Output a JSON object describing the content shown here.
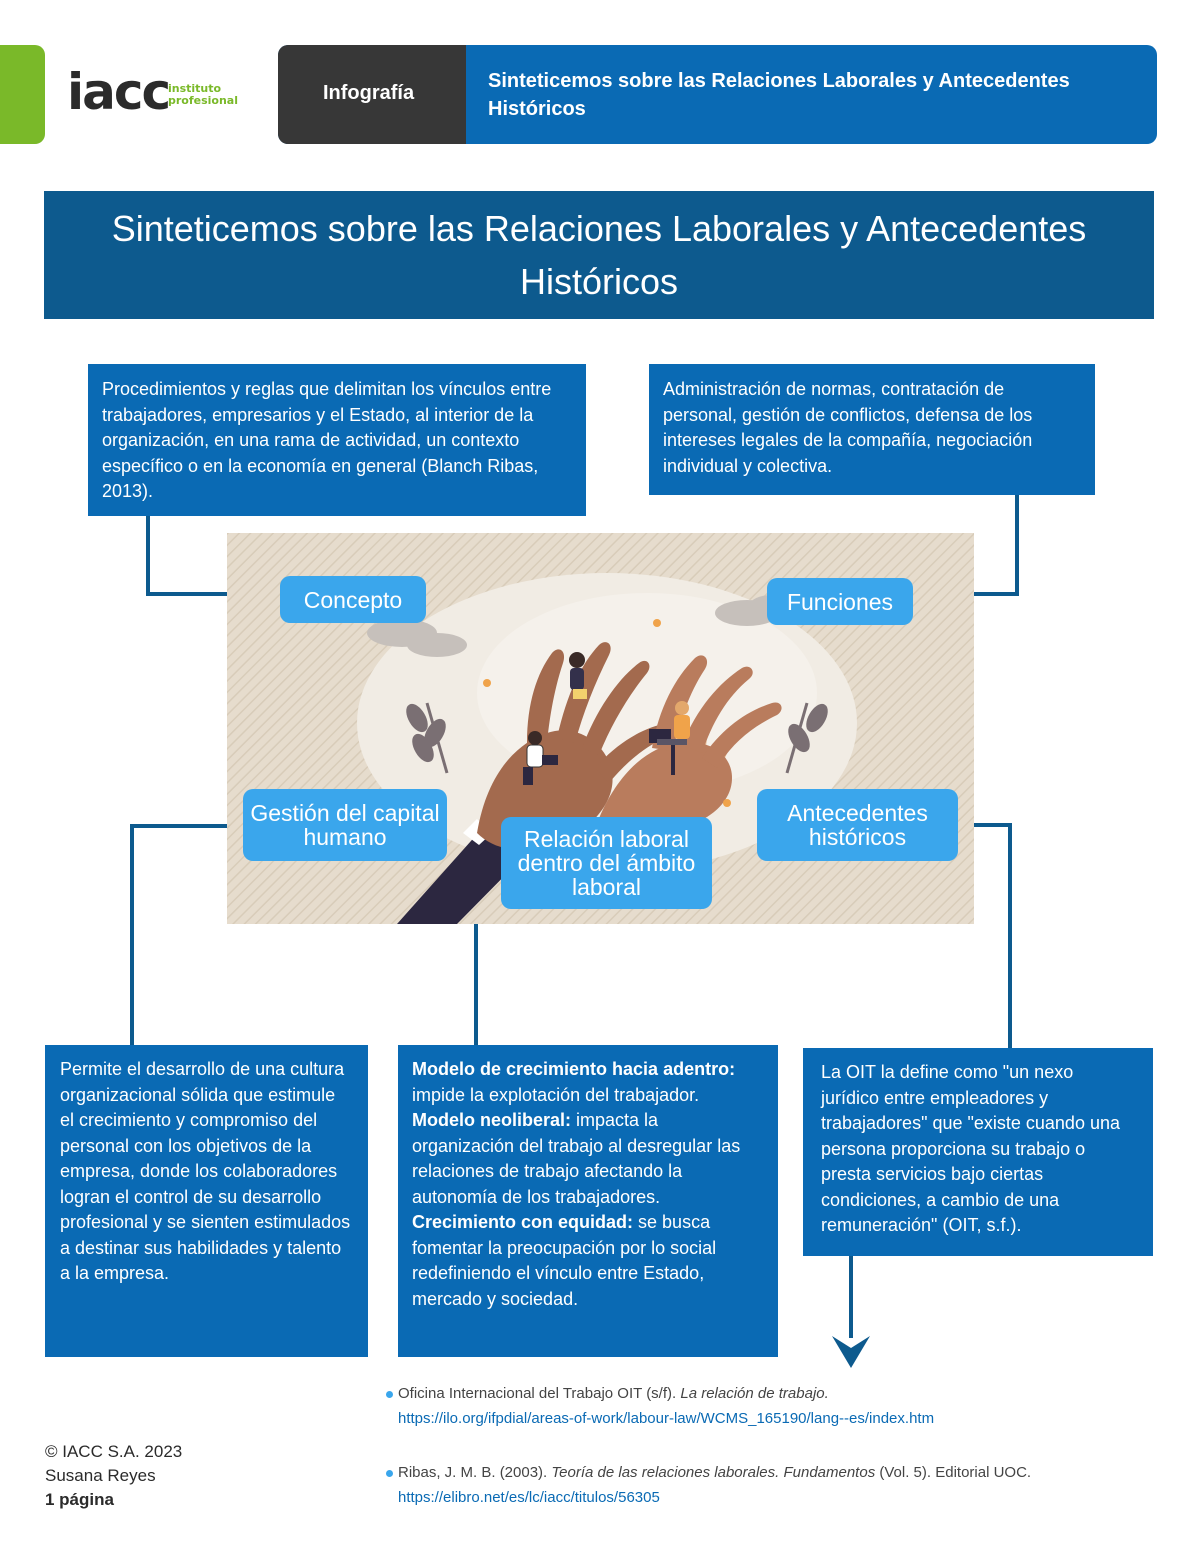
{
  "header": {
    "logo_text": "iacc",
    "logo_sub_line1": "instituto",
    "logo_sub_line2": "profesional",
    "category": "Infografía",
    "title": "Sinteticemos sobre las Relaciones Laborales y Antecedentes Históricos",
    "colors": {
      "green": "#7ab929",
      "dark": "#373737",
      "blue": "#0a6ab4"
    }
  },
  "main_title": "Sinteticemos sobre las Relaciones Laborales y Antecedentes Históricos",
  "labels": {
    "concepto": "Concepto",
    "funciones": "Funciones",
    "gestion": "Gestión del capital humano",
    "relacion": "Relación laboral dentro del ámbito laboral",
    "antecedentes": "Antecedentes históricos"
  },
  "boxes": {
    "concepto": "Procedimientos y reglas que delimitan los vínculos entre trabajadores, empresarios y el Estado, al interior de la organización, en una rama de actividad, un contexto específico o en la economía en general (Blanch Ribas, 2013).",
    "funciones": "Administración de normas, contratación de personal, gestión de conflictos, defensa de los intereses legales de la compañía, negociación individual y colectiva.",
    "gestion": "Permite el desarrollo de una cultura organizacional sólida que estimule el crecimiento y compromiso del personal con los objetivos de la empresa, donde los colaboradores logran el control de su desarrollo profesional y se sienten estimulados a destinar sus habilidades y talento a la empresa.",
    "relacion": {
      "m1_title": "Modelo de crecimiento hacia adentro:",
      "m1_text": " impide la explotación del trabajador.",
      "m2_title": "Modelo neoliberal:",
      "m2_text": " impacta la organización del trabajo al desregular las relaciones de trabajo afectando la autonomía de los trabajadores.",
      "m3_title": "Crecimiento con equidad:",
      "m3_text": " se busca fomentar la preocupación por lo social redefiniendo el vínculo entre Estado, mercado y sociedad."
    },
    "oit": "La OIT la define como \"un nexo jurídico entre empleadores y trabajadores\" que \"existe cuando una persona proporciona su trabajo o presta servicios bajo ciertas condiciones, a cambio de una remuneración\" (OIT, s.f.)."
  },
  "footer": {
    "copyright": "© IACC S.A. 2023",
    "author": "Susana Reyes",
    "pages": "1 página"
  },
  "references": [
    {
      "text": "Oficina Internacional del Trabajo OIT (s/f). ",
      "italic": "La relación de trabajo.",
      "rest": "",
      "url": "https://ilo.org/ifpdial/areas-of-work/labour-law/WCMS_165190/lang--es/index.htm"
    },
    {
      "text": "Ribas, J. M. B. (2003). ",
      "italic": "Teoría de las relaciones laborales. Fundamentos",
      "rest": " (Vol. 5). Editorial UOC.",
      "url": "https://elibro.net/es/lc/iacc/titulos/56305"
    }
  ]
}
